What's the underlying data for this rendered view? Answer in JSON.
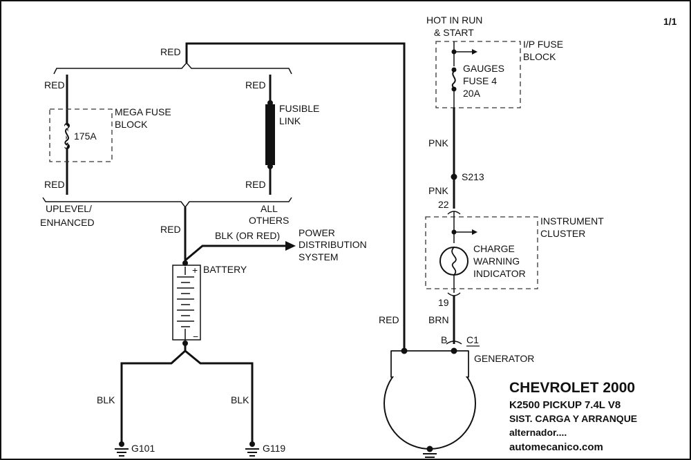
{
  "page_number": "1/1",
  "title_block": {
    "title": "CHEVROLET 2000",
    "model": "K2500 PICKUP  7.4L  V8",
    "system": "SIST. CARGA Y ARRANQUE",
    "component": "alternador....",
    "website": "automecanico.com"
  },
  "wires": {
    "red_top": "RED",
    "red_mega_top": "RED",
    "red_mega_bottom": "RED",
    "red_fusible_top": "RED",
    "red_fusible_bottom": "RED",
    "red_battery": "RED",
    "red_generator": "RED",
    "blk_or_red": "BLK (OR RED)",
    "blk_left": "BLK",
    "blk_right": "BLK",
    "pnk_upper": "PNK",
    "pnk_lower": "PNK",
    "brn": "BRN"
  },
  "components": {
    "mega_fuse_block": {
      "label_line1": "MEGA FUSE",
      "label_line2": "BLOCK",
      "rating": "175A"
    },
    "fusible_link": {
      "label_line1": "FUSIBLE",
      "label_line2": "LINK"
    },
    "battery": {
      "label": "BATTERY",
      "plus": "+",
      "minus": "−"
    },
    "power_distribution": {
      "line1": "POWER",
      "line2": "DISTRIBUTION",
      "line3": "SYSTEM"
    },
    "hot_in_run": {
      "line1": "HOT IN RUN",
      "line2": "& START"
    },
    "ip_fuse_block": {
      "line1": "I/P FUSE",
      "line2": "BLOCK"
    },
    "gauges_fuse": {
      "line1": "GAUGES",
      "line2": "FUSE 4",
      "line3": "20A"
    },
    "splice": "S213",
    "instrument_cluster": {
      "line1": "INSTRUMENT",
      "line2": "CLUSTER"
    },
    "charge_warning": {
      "line1": "CHARGE",
      "line2": "WARNING",
      "line3": "INDICATOR"
    },
    "pin_22": "22",
    "pin_19": "19",
    "terminal_b": "B",
    "connector_c1": "C1",
    "generator": "GENERATOR"
  },
  "options": {
    "uplevel_line1": "UPLEVEL/",
    "uplevel_line2": "ENHANCED",
    "all_line1": "ALL",
    "all_line2": "OTHERS"
  },
  "grounds": {
    "left": "G101",
    "right": "G119"
  }
}
